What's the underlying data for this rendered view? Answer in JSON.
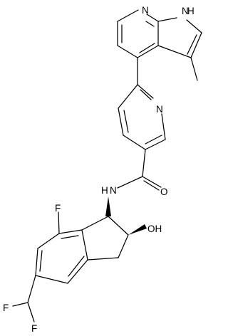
{
  "labels": {
    "N_pyrrole": "N",
    "H_pyrrole": "H",
    "N_azaindole": "N",
    "N_pyridine": "N",
    "N_amide": "N",
    "H_amide": "H",
    "O_carbonyl": "O",
    "F_indane": "F",
    "OH": "OH",
    "F_top": "F",
    "F_bottom": "F"
  }
}
